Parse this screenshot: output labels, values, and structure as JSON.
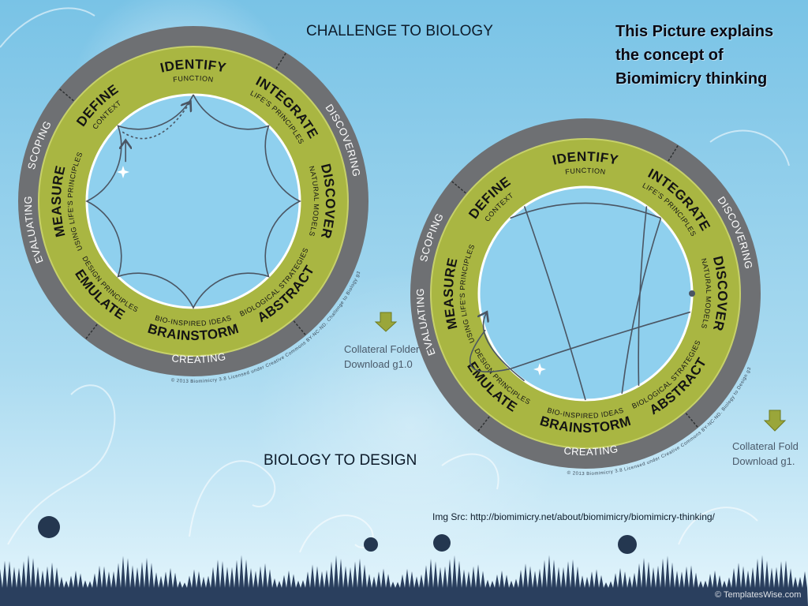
{
  "slide": {
    "title_top": "CHALLENGE TO BIOLOGY",
    "title_bottom": "BIOLOGY TO DESIGN",
    "note_lines": [
      "This Picture explains",
      "the concept of",
      "Biomimicry thinking"
    ],
    "image_source": "Img Src: http://biomimicry.net/about/biomimicry/biomimicry-thinking/",
    "templates_credit": "© TemplatesWise.com"
  },
  "colors": {
    "background_top": "#79c3e6",
    "background_bottom": "#dff2fb",
    "outer_ring": "#6e7073",
    "inner_ring": "#a9b642",
    "arrow": "#9aa63a",
    "line": "#4a5563"
  },
  "diagram": {
    "outer_labels": [
      "SCOPING",
      "DISCOVERING",
      "CREATING",
      "EVALUATING"
    ],
    "steps": [
      {
        "title": "IDENTIFY",
        "subtitle": "FUNCTION"
      },
      {
        "title": "INTEGRATE",
        "subtitle": "LIFE'S PRINCIPLES"
      },
      {
        "title": "DISCOVER",
        "subtitle": "NATURAL MODELS"
      },
      {
        "title": "ABSTRACT",
        "subtitle": "BIOLOGICAL STRATEGIES"
      },
      {
        "title": "BRAINSTORM",
        "subtitle": "BIO-INSPIRED IDEAS"
      },
      {
        "title": "EMULATE",
        "subtitle": "DESIGN PRINCIPLES"
      },
      {
        "title": "MEASURE",
        "subtitle": "USING LIFE'S PRINCIPLES"
      },
      {
        "title": "DEFINE",
        "subtitle": "CONTEXT"
      }
    ],
    "copyright_left": "© 2013 Biomimicry 3.8   Licensed under Creative Commons BY-NC-ND. Challenge to Biology g3",
    "copyright_right": "© 2013 Biomimicry 3.8   Licensed under Creative Commons BY-NC-ND. Biology to Design g3"
  },
  "downloads": {
    "left": {
      "line1": "Collateral Folder",
      "line2": "Download g1.0"
    },
    "right": {
      "line1": "Collateral Fold",
      "line2": "Download g1."
    }
  }
}
